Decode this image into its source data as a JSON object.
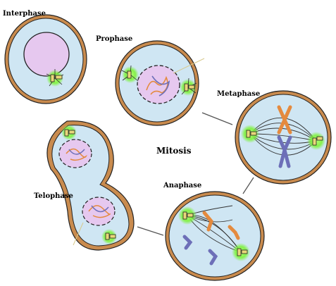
{
  "labels": {
    "interphase": "Interphase",
    "prophase": "Prophase",
    "metaphase": "Metaphase",
    "mitosis": "Mitosis",
    "telophase": "Telophase",
    "anaphase": "Anaphase"
  },
  "colors": {
    "cell_membrane": "#c98b4e",
    "cytoplasm": "#cfe6f3",
    "nucleus": "#e6c8ef",
    "centrosome_glow": "#7df23a",
    "chromosome_orange": "#e48a3e",
    "chromosome_purple": "#6d6fb8",
    "spindle": "#333333"
  }
}
